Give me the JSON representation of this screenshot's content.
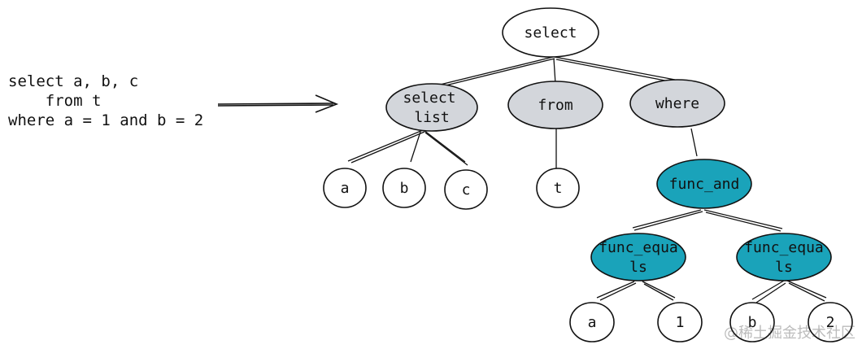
{
  "sql": {
    "line1": "select a, b, c",
    "line2": "    from t",
    "line3": "where a = 1 and b = 2"
  },
  "tree": {
    "root": "select",
    "select_list": [
      "select",
      "list"
    ],
    "from": "from",
    "where": "where",
    "a1": "a",
    "b1": "b",
    "c1": "c",
    "t": "t",
    "func_and": "func_and",
    "func_equals_1": [
      "func_equa",
      "ls"
    ],
    "func_equals_2": [
      "func_equa",
      "ls"
    ],
    "a2": "a",
    "one": "1",
    "b2": "b",
    "two": "2"
  },
  "colors": {
    "gray_fill": "#d3d6db",
    "teal_fill": "#1aa3ba",
    "white_fill": "#ffffff",
    "stroke": "#111111"
  },
  "watermark": "@稀土掘金技术社区"
}
